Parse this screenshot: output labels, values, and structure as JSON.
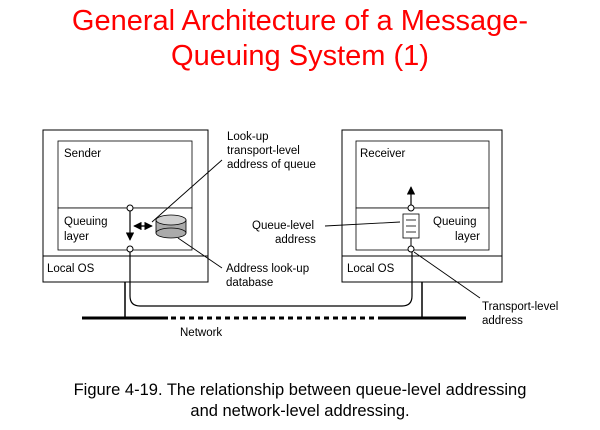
{
  "slide": {
    "title_line1": "General Architecture of a Message-",
    "title_line2": "Queuing System (1)",
    "caption_line1": "Figure 4-19. The relationship between queue-level addressing",
    "caption_line2": "and network-level addressing."
  },
  "diagram": {
    "sender": {
      "label": "Sender",
      "queuing_label_1": "Queuing",
      "queuing_label_2": "layer",
      "os_label": "Local OS"
    },
    "receiver": {
      "label": "Receiver",
      "queuing_label_1": "Queuing",
      "queuing_label_2": "layer",
      "os_label": "Local OS"
    },
    "annotations": {
      "lookup_1": "Look-up",
      "lookup_2": "transport-level",
      "lookup_3": "address of queue",
      "queue_level_1": "Queue-level",
      "queue_level_2": "address",
      "db_1": "Address look-up",
      "db_2": "database",
      "transport_1": "Transport-level",
      "transport_2": "address",
      "network": "Network"
    }
  }
}
